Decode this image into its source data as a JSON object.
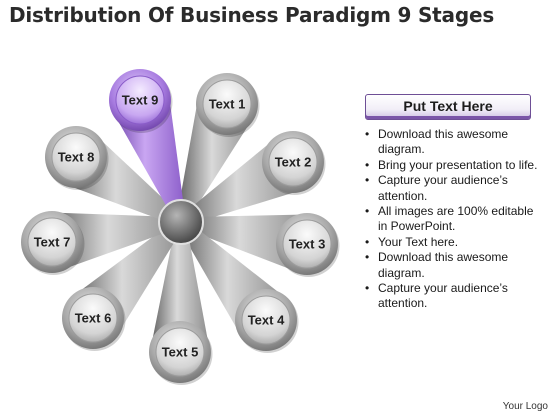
{
  "title": "Distribution Of Business Paradigm 9 Stages",
  "diagram": {
    "highlight_color": "#9b6fd6",
    "node_color": "#9a9a9a",
    "hub_color": "#7a7a7a",
    "nodes": [
      {
        "label": "Text 1",
        "highlighted": false
      },
      {
        "label": "Text 2",
        "highlighted": false
      },
      {
        "label": "Text 3",
        "highlighted": false
      },
      {
        "label": "Text 4",
        "highlighted": false
      },
      {
        "label": "Text 5",
        "highlighted": false
      },
      {
        "label": "Text 6",
        "highlighted": false
      },
      {
        "label": "Text 7",
        "highlighted": false
      },
      {
        "label": "Text 8",
        "highlighted": false
      },
      {
        "label": "Text 9",
        "highlighted": true
      }
    ]
  },
  "panel": {
    "header": "Put Text Here",
    "bullet_symbol": "•",
    "bullets": [
      "Download this awesome diagram.",
      "Bring your presentation to life.",
      "Capture your audience’s attention.",
      "All images are 100% editable in PowerPoint.",
      "Your Text here.",
      "Download this awesome diagram.",
      "Capture your audience’s attention."
    ]
  },
  "footer": {
    "logo_text": "Your Logo"
  }
}
